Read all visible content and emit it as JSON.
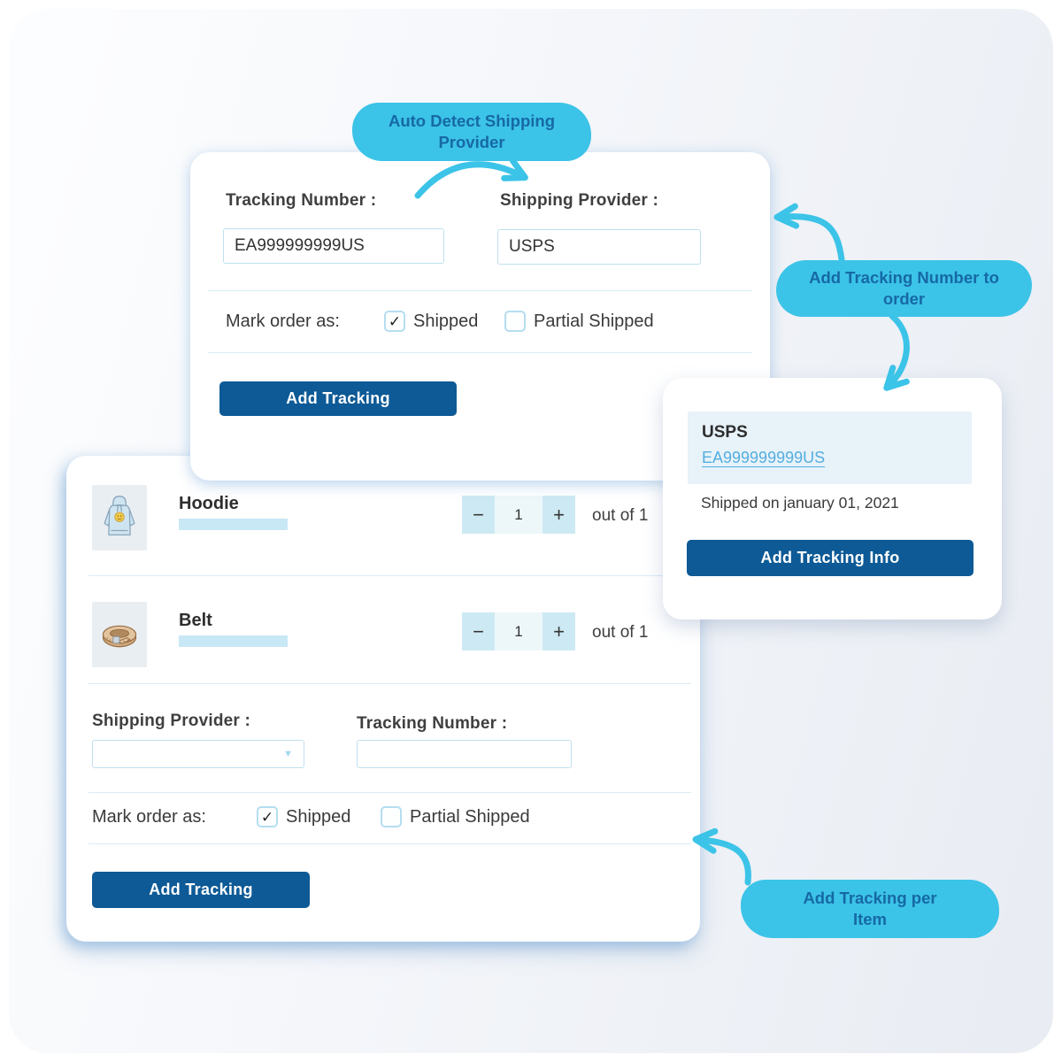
{
  "colors": {
    "accent_blue": "#3cc3e8",
    "callout_text_blue": "#1669a5",
    "primary_button_blue": "#0d5a96",
    "link_blue": "#55aede",
    "light_blue_fill": "#cde9f3"
  },
  "glyphs": {
    "check": "✓",
    "minus": "−",
    "plus": "+",
    "dropdown": "▼"
  },
  "callouts": {
    "auto_detect": "Auto Detect Shipping Provider",
    "add_to_order": "Add Tracking Number to order",
    "per_item": "Add Tracking per Item"
  },
  "top_card": {
    "tracking_number_label": "Tracking Number :",
    "tracking_number_value": "EA999999999US",
    "shipping_provider_label": "Shipping Provider :",
    "shipping_provider_value": "USPS",
    "mark_order_label": "Mark order as:",
    "shipped_label": "Shipped",
    "partial_shipped_label": "Partial Shipped",
    "add_tracking_button": "Add Tracking"
  },
  "order_card": {
    "provider_name": "USPS",
    "tracking_link": "EA999999999US",
    "shipped_on_text": "Shipped on january 01, 2021",
    "add_tracking_info_button": "Add Tracking Info"
  },
  "items_card": {
    "items": [
      {
        "name": "Hoodie",
        "quantity": "1",
        "out_of": "out of 1"
      },
      {
        "name": "Belt",
        "quantity": "1",
        "out_of": "out of 1"
      }
    ],
    "shipping_provider_label": "Shipping Provider :",
    "shipping_provider_value": "",
    "tracking_number_label": "Tracking Number :",
    "tracking_number_value": "",
    "mark_order_label": "Mark order as:",
    "shipped_label": "Shipped",
    "partial_shipped_label": "Partial Shipped",
    "add_tracking_button": "Add Tracking"
  }
}
